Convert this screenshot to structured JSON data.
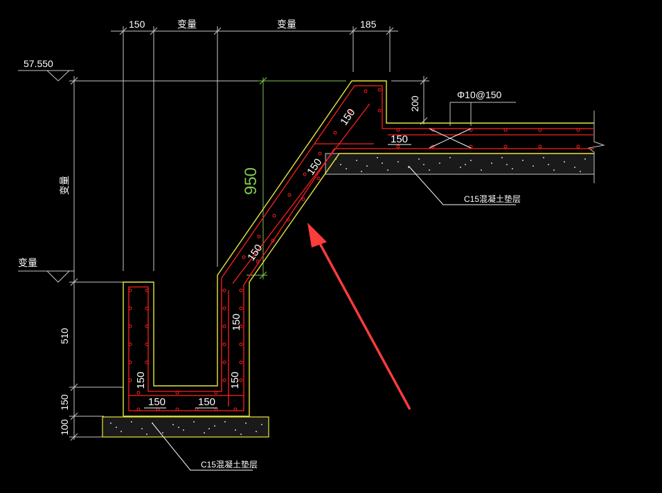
{
  "colors": {
    "background": "#000000",
    "concrete_outline": "#e8e840",
    "rebar": "#ff2020",
    "dimension": "#c8c8c8",
    "slope_dimension": "#7ec850",
    "arrow": "#ff3c3c",
    "hatch": "#cfcfcf"
  },
  "top_dims": {
    "d1": "150",
    "d2": "变量",
    "d3": "变量",
    "d4": "185"
  },
  "left_dims": {
    "variable": "变量",
    "d510": "510",
    "d150": "150",
    "d100": "100"
  },
  "elevations": {
    "top": "57.550",
    "mid": "变量"
  },
  "slope_dim": "950",
  "right_dim": "200",
  "rebar_spec": "Φ10@150",
  "rebar_labels": {
    "slab": "150",
    "slope_top": "150",
    "slope_mid": "150",
    "slope_low": "150",
    "wall_right": "150",
    "trough_left": "150",
    "trough_right": "150",
    "bottom_left": "150",
    "bottom_right": "150"
  },
  "notes": {
    "upper_cushion": "C15混凝土垫层",
    "lower_cushion": "C15混凝土垫层"
  }
}
